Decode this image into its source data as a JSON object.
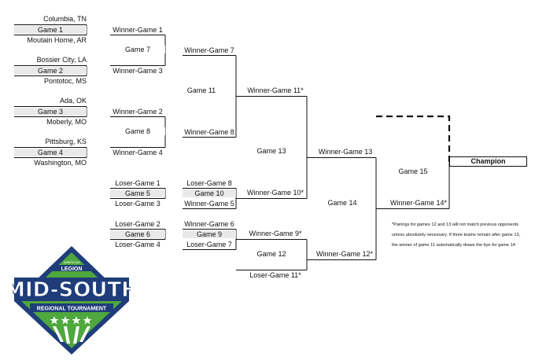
{
  "round1": {
    "g1_top": "Columbia, TN",
    "g1_label": "Game 1",
    "g1_bottom": "Moutain Home, AR",
    "g2_top": "Bossier City, LA",
    "g2_label": "Game 2",
    "g2_bottom": "Pontotoc, MS",
    "g3_top": "Ada, OK",
    "g3_label": "Game 3",
    "g3_bottom": "Moberly, MO",
    "g4_top": "Pittsburg, KS",
    "g4_label": "Game 4",
    "g4_bottom": "Washington, MO"
  },
  "round2": {
    "g7_top": "Winner-Game 1",
    "g7_label": "Game 7",
    "g7_bottom": "Winner-Game 3",
    "g8_top": "Winner-Game 2",
    "g8_label": "Game 8",
    "g8_bottom": "Winner-Game 4",
    "g5_top": "Loser-Game 1",
    "g5_label": "Game 5",
    "g5_bottom": "Loser-Game 3",
    "g6_top": "Loser-Game 2",
    "g6_label": "Game 6",
    "g6_bottom": "Loser-Game 4"
  },
  "round3": {
    "g11_top": "Winner-Game 7",
    "g11_label": "Game 11",
    "g11_bottom": "Winner-Game 8",
    "g10_top": "Loser-Game 8",
    "g10_label": "Game 10",
    "g10_bottom": "Winner-Game 5",
    "g9_top": "Winner-Game 6",
    "g9_label": "Game 9",
    "g9_bottom": "Loser-Game 7"
  },
  "round4": {
    "g13_top": "Winner-Game 11*",
    "g13_label": "Game 13",
    "g13_bottom": "Winner-Game 10*",
    "g12_top": "Winner-Game 9*",
    "g12_label": "Game 12",
    "g12_bottom": "Loser-Game 11*"
  },
  "round5": {
    "g14_top": "Winner-Game 13",
    "g14_label": "Game 14",
    "g14_bottom": "Winner-Game 12*"
  },
  "final": {
    "g15_label": "Game 15",
    "g15_bottom": "Winner-Game 14*",
    "champion": "Champion"
  },
  "note": {
    "line1": "*Pairings for games 12 and 13 will not match previous opponents",
    "line2": "unless absolutely necessary. If three teams remain after game 13,",
    "line3": "the winner of game 11 automatically draws the bye for game 14"
  },
  "logo": {
    "top_text": "AMERICAN",
    "org": "LEGION",
    "title": "MID-SOUTH",
    "subtitle": "REGIONAL TOURNAMENT",
    "colors": {
      "green": "#4fa83d",
      "navy": "#1f3d7a",
      "white": "#ffffff"
    }
  }
}
